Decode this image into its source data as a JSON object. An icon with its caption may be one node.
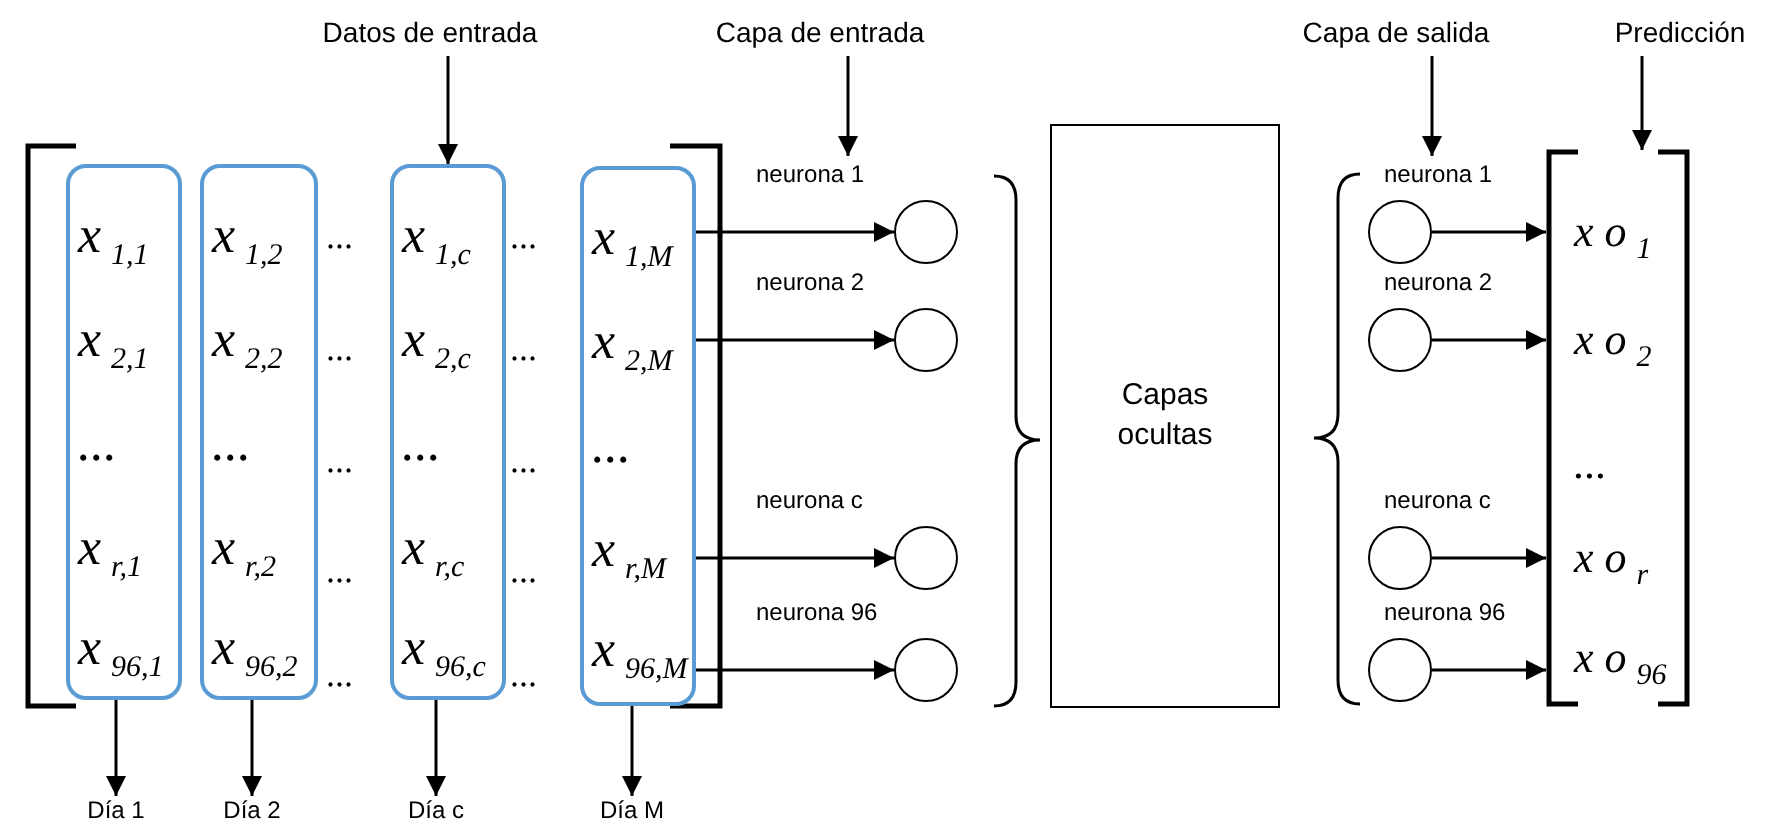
{
  "diagram": {
    "nodes": [
      {
        "text": [
          "Datos de entrada"
        ]
      },
      {
        "text": [
          "Capa de entrada"
        ]
      },
      {
        "text": [
          "Capa de salida"
        ]
      },
      {
        "text": [
          "Predicción"
        ]
      },
      {
        "text": [
          "x$_{1,1}$",
          "x$_{2,1}$",
          "...",
          "x$_{r,1}$",
          "x$_{96,1}$"
        ]
      },
      {
        "text": [
          "x$_{1,2}$",
          "x$_{2,2}$",
          "...",
          "x$_{r,2}$",
          "x$_{96,2}$"
        ]
      },
      {
        "text": [
          "x$_{1,c}$",
          "x$_{2,c}$",
          "...",
          "x$_{r,c}$",
          "x$_{96,c}$"
        ]
      },
      {
        "text": [
          "x$_{1,M}$",
          "x$_{2,M}$",
          "...",
          "x$_{r,M}$",
          "x$_{96,M}$"
        ]
      },
      {
        "text": [
          "Día 1"
        ]
      },
      {
        "text": [
          "Día 2"
        ]
      },
      {
        "text": [
          "Día c"
        ]
      },
      {
        "text": [
          "Día M"
        ]
      },
      {
        "text": [],
        "shape": "circle",
        "beside": [
          "neurona 1"
        ]
      },
      {
        "text": [],
        "shape": "circle",
        "beside": [
          "neurona 2"
        ]
      },
      {
        "text": [],
        "shape": "circle",
        "beside": [
          "neurona c"
        ]
      },
      {
        "text": [],
        "shape": "circle",
        "beside": [
          "neurona 96"
        ]
      },
      {
        "text": [
          "Capas ocultas"
        ]
      },
      {
        "text": [],
        "shape": "circle",
        "beside": [
          "neurona 1"
        ]
      },
      {
        "text": [],
        "shape": "circle",
        "beside": [
          "neurona 2"
        ]
      },
      {
        "text": [],
        "shape": "circle",
        "beside": [
          "neurona c"
        ]
      },
      {
        "text": [],
        "shape": "circle",
        "beside": [
          "neurona 96"
        ]
      },
      {
        "text": [
          "x o$_{1}$",
          "x o$_{2}$",
          "...",
          "x o$_{r}$",
          "x o$_{96}$"
        ]
      }
    ],
    "edges": [
      {
        "from": 0,
        "to": 6,
        "arrow": "to"
      },
      {
        "from": 1,
        "to": 12,
        "arrow": "to"
      },
      {
        "from": 2,
        "to": 17,
        "arrow": "to"
      },
      {
        "from": 3,
        "to": 21,
        "arrow": "to"
      },
      {
        "from": 4,
        "to": 8,
        "arrow": "to"
      },
      {
        "from": 5,
        "to": 9,
        "arrow": "to"
      },
      {
        "from": 6,
        "to": 10,
        "arrow": "to"
      },
      {
        "from": 7,
        "to": 11,
        "arrow": "to"
      },
      {
        "from": 7,
        "to": 12,
        "arrow": "to"
      },
      {
        "from": 7,
        "to": 13,
        "arrow": "to"
      },
      {
        "from": 7,
        "to": 14,
        "arrow": "to"
      },
      {
        "from": 7,
        "to": 15,
        "arrow": "to"
      },
      {
        "from": 17,
        "to": 21,
        "arrow": "to"
      },
      {
        "from": 18,
        "to": 21,
        "arrow": "to"
      },
      {
        "from": 19,
        "to": 21,
        "arrow": "to"
      },
      {
        "from": 20,
        "to": 21,
        "arrow": "to"
      }
    ],
    "labels": [
      "...",
      "...",
      "...",
      "...",
      "...",
      "...",
      "...",
      "...",
      "...",
      "..."
    ]
  }
}
